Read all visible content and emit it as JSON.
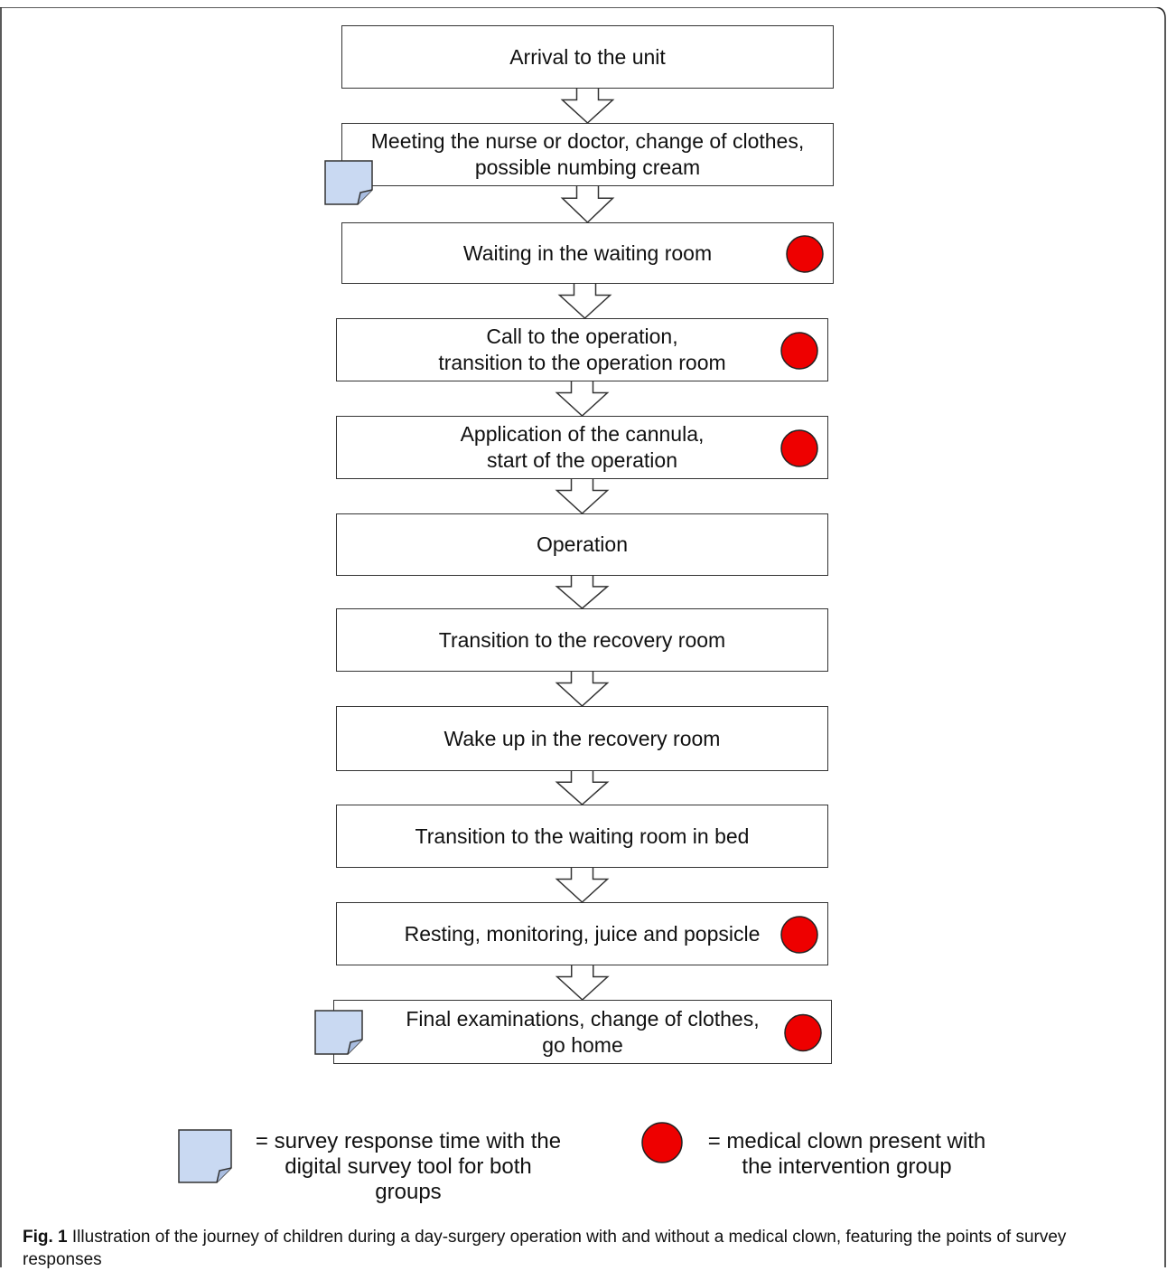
{
  "steps": [
    {
      "text": "Arrival to the unit",
      "clown": false,
      "survey": false
    },
    {
      "text": "Meeting the nurse or doctor, change of clothes,\npossible numbing cream",
      "clown": false,
      "survey": true
    },
    {
      "text": "Waiting in the waiting room",
      "clown": true,
      "survey": false
    },
    {
      "text": "Call to the operation,\ntransition to the operation room",
      "clown": true,
      "survey": false
    },
    {
      "text": "Application of the cannula,\nstart of the operation",
      "clown": true,
      "survey": false
    },
    {
      "text": "Operation",
      "clown": false,
      "survey": false
    },
    {
      "text": "Transition to the recovery room",
      "clown": false,
      "survey": false
    },
    {
      "text": "Wake up in the recovery room",
      "clown": false,
      "survey": false
    },
    {
      "text": "Transition to the waiting room in bed",
      "clown": false,
      "survey": false
    },
    {
      "text": "Resting, monitoring, juice and popsicle",
      "clown": true,
      "survey": false
    },
    {
      "text": "Final examinations, change of clothes,\ngo home",
      "clown": true,
      "survey": true
    }
  ],
  "legend": {
    "survey": "= survey response time with the\ndigital survey tool for both\ngroups",
    "clown": "= medical clown present with\nthe intervention group"
  },
  "caption": {
    "label": "Fig. 1",
    "text": " Illustration of the journey of children during a day-surgery operation with and without a medical clown, featuring the points of survey responses"
  },
  "colors": {
    "clown": "#ee0000",
    "survey": "#c9d9f2"
  }
}
